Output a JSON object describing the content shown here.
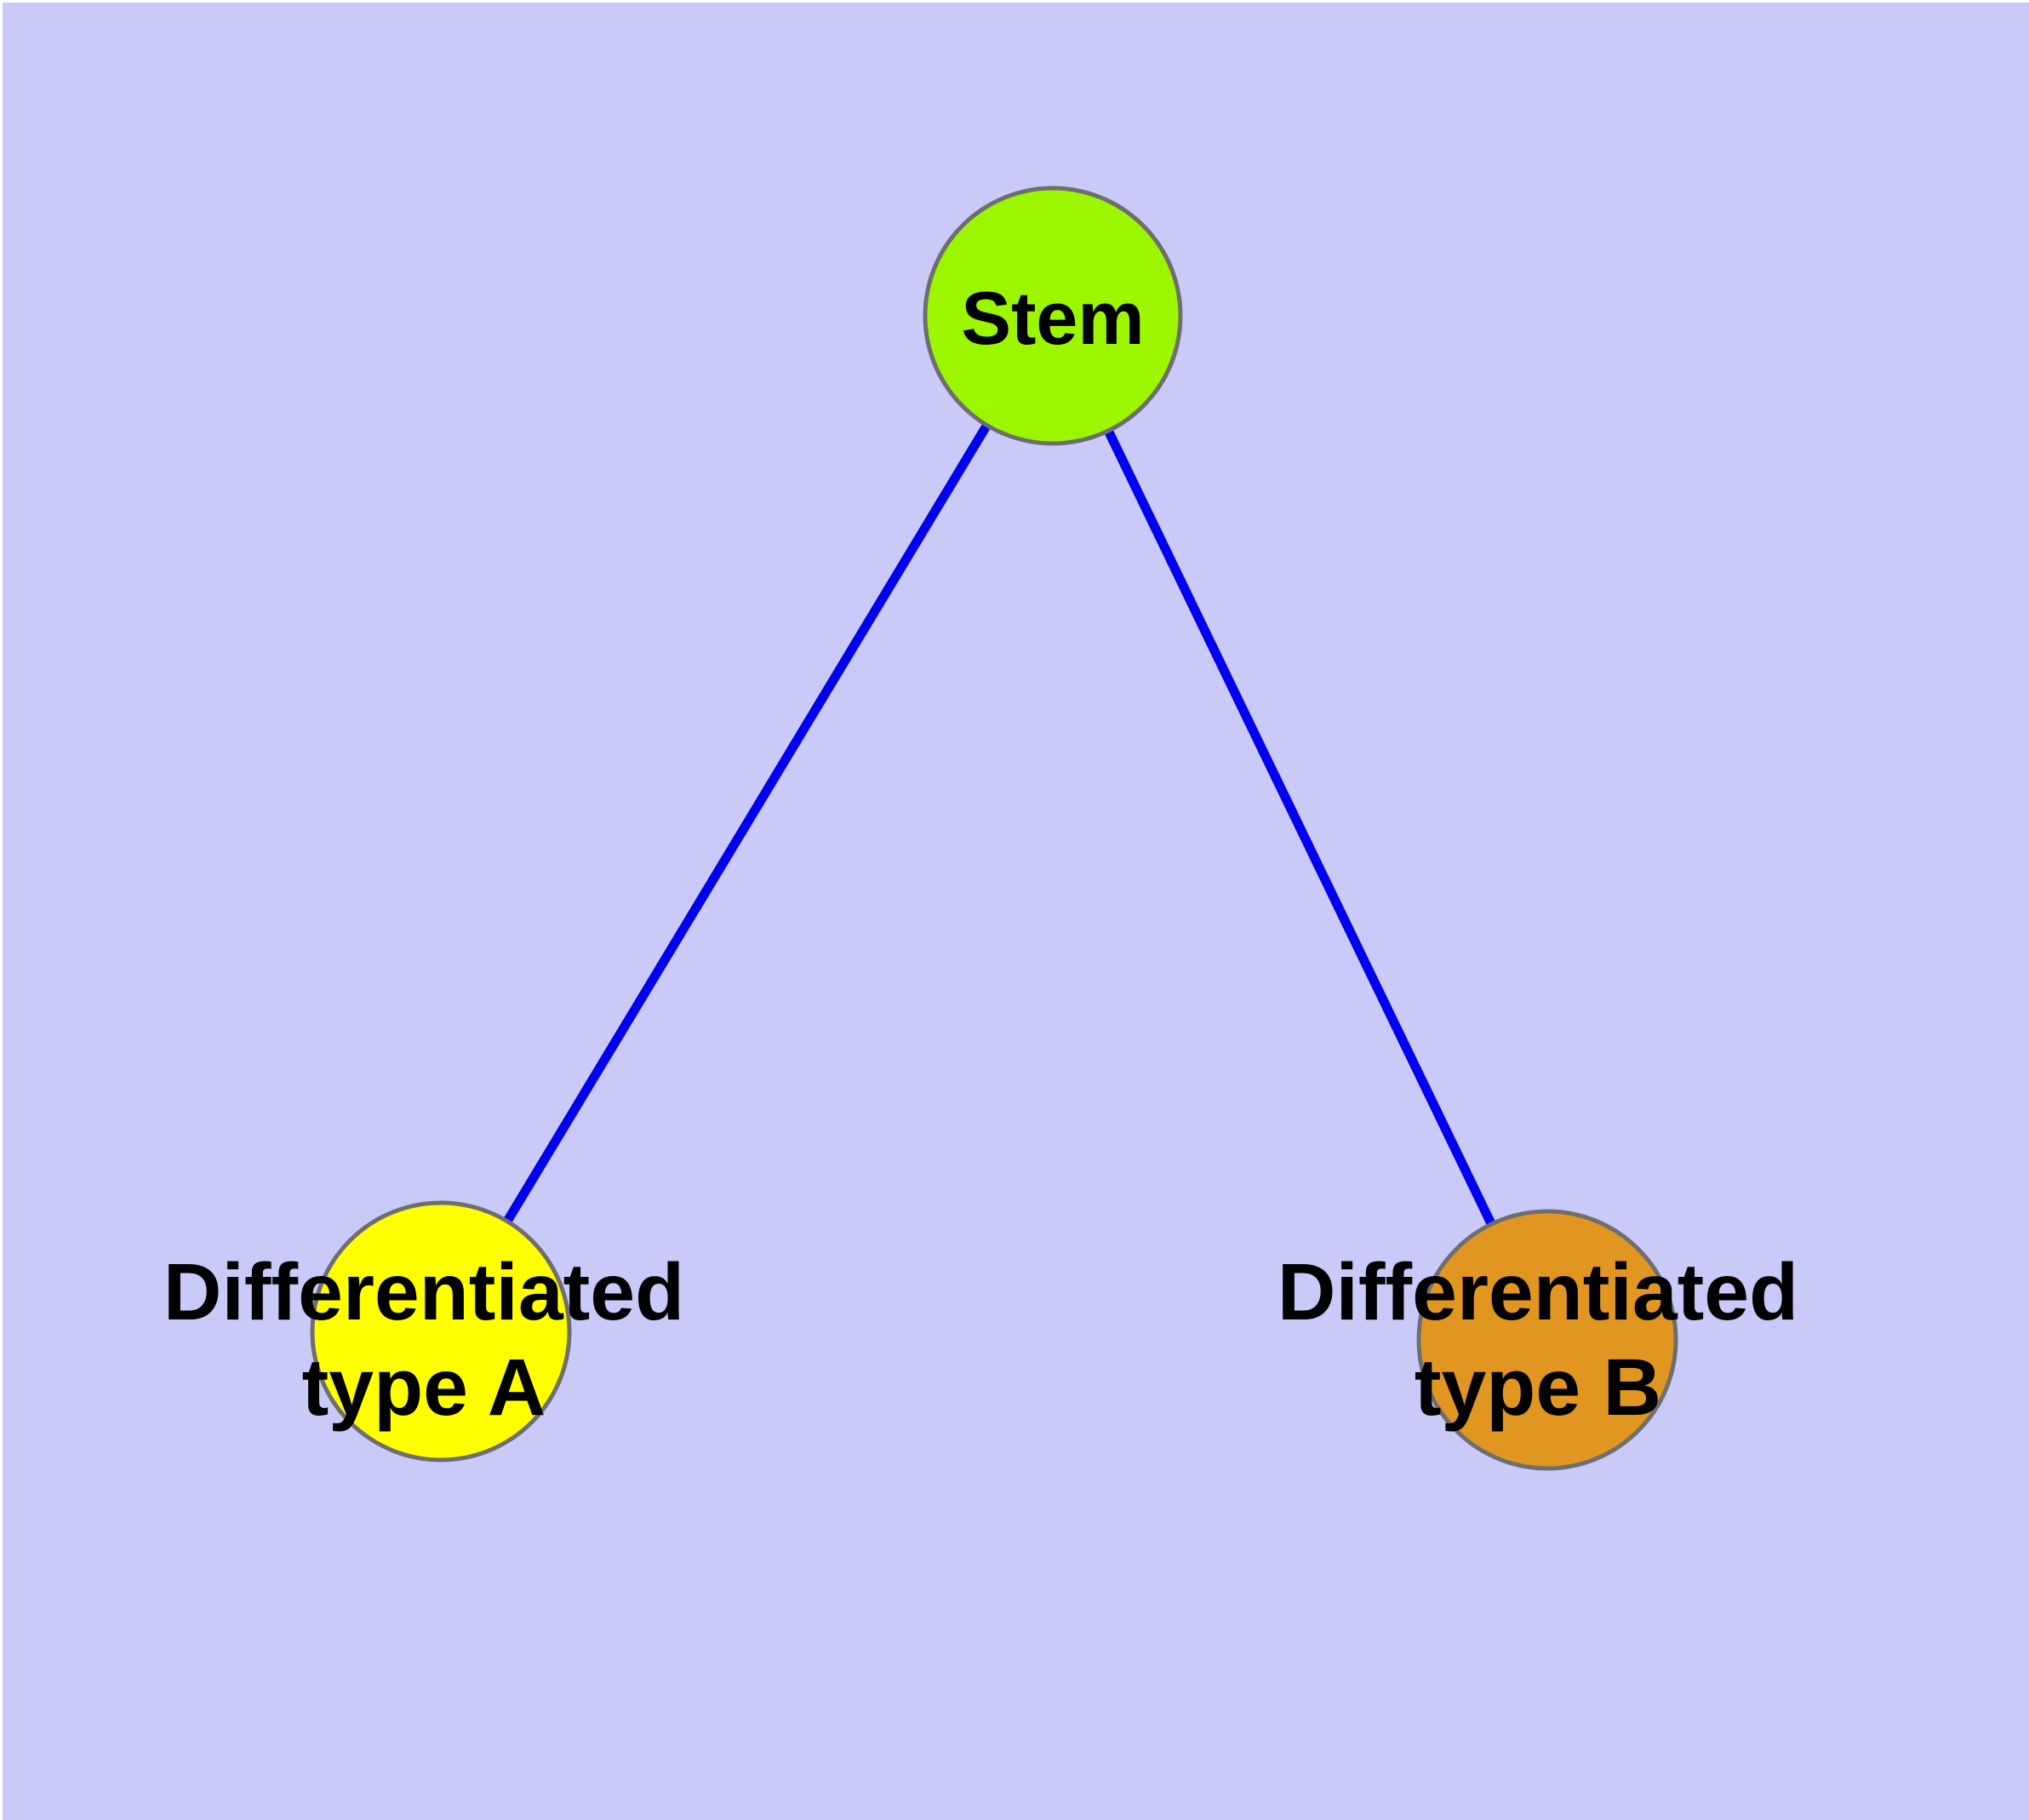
{
  "colors": {
    "background": "#CACAF8",
    "frame": "#FFFFFF",
    "edge": "#0000EE",
    "node_border": "#6E6E6E",
    "stem_fill": "#9CF600",
    "type_a_fill": "#FFFF00",
    "type_b_fill": "#E29622",
    "label": "#000000"
  },
  "nodes": {
    "stem": {
      "label": "Stem"
    },
    "type_a": {
      "label_line1": "Differentiated",
      "label_line2": "type A"
    },
    "type_b": {
      "label_line1": "Differentiated",
      "label_line2": "type B"
    }
  },
  "edges": [
    {
      "from": "Stem",
      "to": "Differentiated type A"
    },
    {
      "from": "Stem",
      "to": "Differentiated type B"
    }
  ]
}
